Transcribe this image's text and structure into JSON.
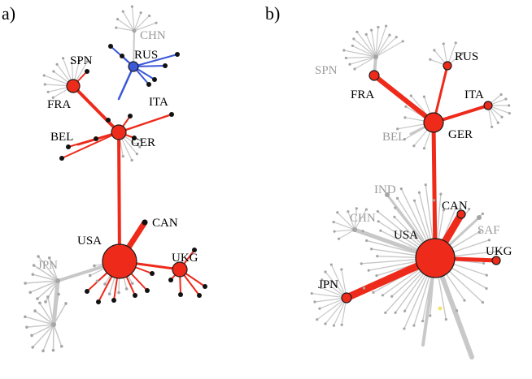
{
  "colors": {
    "red": "#ee2a1b",
    "blue": "#3a58d8",
    "gray": "#c8c8c8",
    "gray_node": "#a5a5a5",
    "gray_text": "#9a9a9a",
    "black_text": "#000000",
    "node_outline": "#1a1a1a",
    "yellow": "#f3e66a"
  },
  "panels": [
    {
      "id": "a",
      "label": "a)",
      "labels": [
        "SPN",
        "FRA",
        "RUS",
        "CHN",
        "ITA",
        "BEL",
        "GER",
        "CAN",
        "USA",
        "UKG",
        "JPN"
      ]
    },
    {
      "id": "b",
      "label": "b)",
      "labels": [
        "SPN",
        "FRA",
        "RUS",
        "ITA",
        "BEL",
        "GER",
        "IND",
        "CHN",
        "CAN",
        "SAF",
        "USA",
        "UKG",
        "JPN"
      ]
    }
  ]
}
